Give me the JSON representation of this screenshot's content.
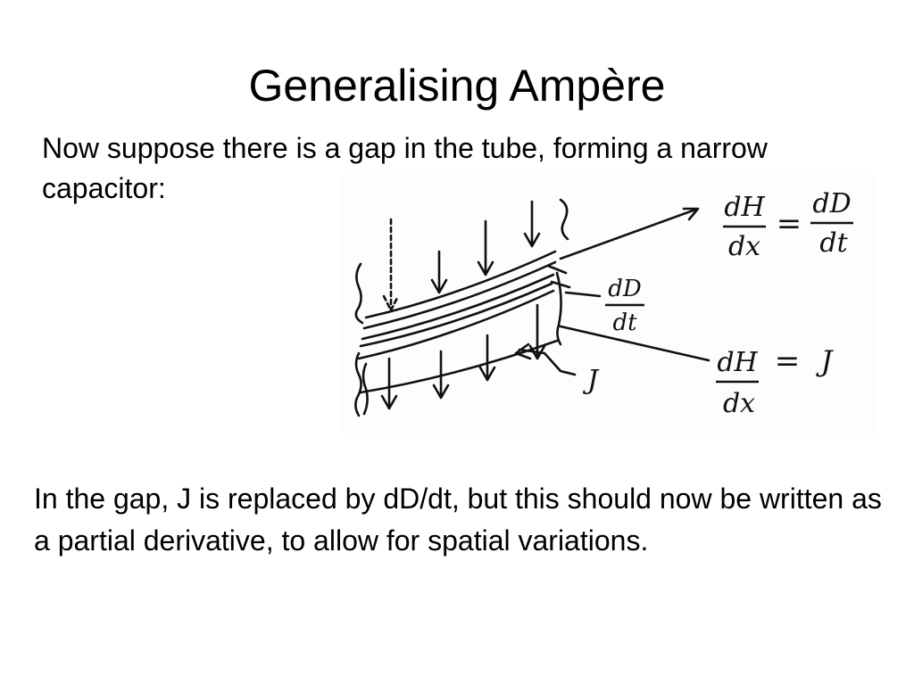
{
  "slide": {
    "title": "Generalising Ampère",
    "intro": "Now suppose there is a gap in the tube, forming a narrow capacitor:",
    "explanation": "In the gap, J is replaced by dD/dt, but this should now be written as a partial derivative, to allow for spatial variations."
  },
  "sketch": {
    "eq_top": {
      "lhs_num": "dH",
      "lhs_den": "dx",
      "op": "=",
      "rhs_num": "dD",
      "rhs_den": "dt"
    },
    "label_mid": {
      "num": "dD",
      "den": "dt"
    },
    "eq_bottom": {
      "lhs_num": "dH",
      "lhs_den": "dx",
      "op": "=",
      "rhs": "J"
    },
    "label_J": "J"
  }
}
